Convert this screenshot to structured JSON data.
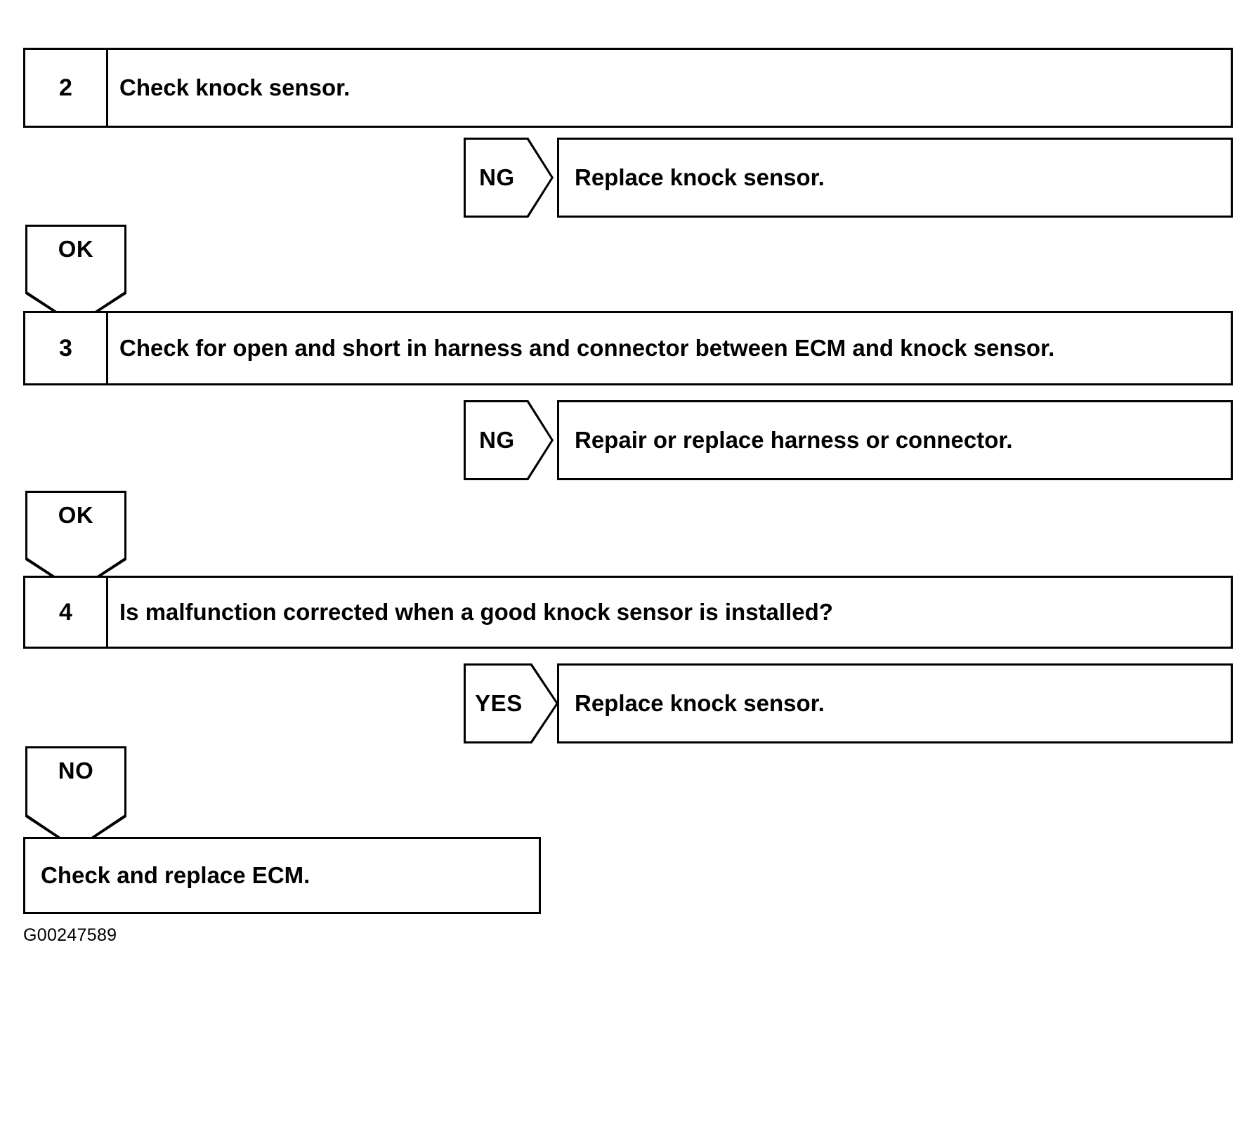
{
  "document": {
    "type": "diagnostic-flowchart",
    "code": "G00247589",
    "colors": {
      "ink": "#000000",
      "paper": "#ffffff"
    }
  },
  "steps": [
    {
      "number": "2",
      "text": "Check knock sensor."
    },
    {
      "number": "3",
      "text": "Check for open and short in harness and connector between ECM and knock sensor."
    },
    {
      "number": "4",
      "text": "Is malfunction corrected when a good knock sensor is installed?"
    }
  ],
  "branches": [
    {
      "label": "NG",
      "result": "Replace knock sensor."
    },
    {
      "label": "NG",
      "result": "Repair or replace harness or connector."
    },
    {
      "label": "YES",
      "result": "Replace knock sensor."
    }
  ],
  "flow_tags": [
    {
      "label": "OK"
    },
    {
      "label": "OK"
    },
    {
      "label": "NO"
    }
  ],
  "terminal": {
    "text": "Check and replace ECM."
  }
}
